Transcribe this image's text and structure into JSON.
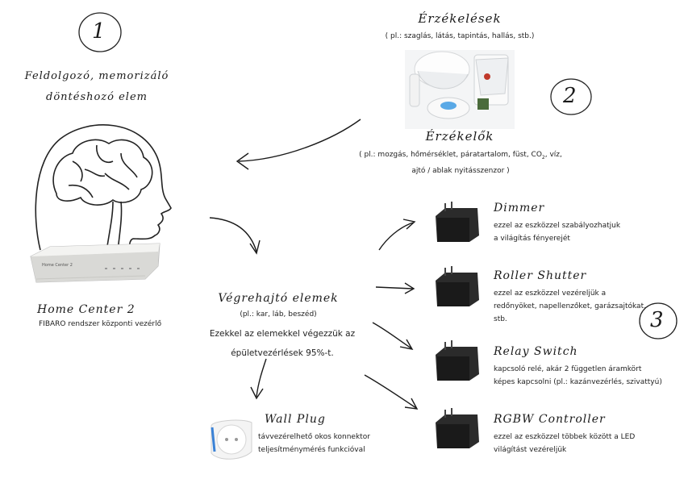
{
  "numbers": {
    "one": "1",
    "two": "2",
    "three": "3"
  },
  "processor": {
    "title_line1": "Feldolgozó, memorizáló",
    "title_line2": "döntéshozó elem",
    "device_label": "Home Center 2",
    "device_caption": "FIBARO rendszer központi vezérlő",
    "device_printed": "Home Center 2"
  },
  "sensing": {
    "title": "Érzékelések",
    "subtitle": "( pl.: szaglás, látás, tapintás, hallás, stb.)",
    "sensors_title": "Érzékelők",
    "sensors_line1": "( pl.: mozgás, hőmérséklet, páratartalom, füst, CO",
    "sensors_co2_sub": "2",
    "sensors_line1_end": ", víz,",
    "sensors_line2": "ajtó / ablak nyitásszenzor )"
  },
  "actuators": {
    "title": "Végrehajtó elemek",
    "subtitle": "(pl.: kar, láb, beszéd)",
    "body_line1": "Ezekkel az elemekkel végezzük az",
    "body_line2": "épületvezérlések 95%-t."
  },
  "devices": [
    {
      "name": "Dimmer",
      "line1": "ezzel az eszközzel szabályozhatjuk",
      "line2": "a világítás fényerejét",
      "line3": ""
    },
    {
      "name": "Roller Shutter",
      "line1": "ezzel az eszközzel vezéreljük a",
      "line2": "redőnyöket, napellenzőket, garázsajtókat,",
      "line3": "stb."
    },
    {
      "name": "Relay Switch",
      "line1": "kapcsoló relé, akár 2 független áramkört",
      "line2": "képes kapcsolni (pl.: kazánvezérlés, szivattyú)",
      "line3": ""
    },
    {
      "name": "RGBW Controller",
      "line1": "ezzel az eszközzel többek között a LED",
      "line2": "világítást vezéreljük",
      "line3": ""
    }
  ],
  "wallplug": {
    "name": "Wall Plug",
    "line1": "távvezérelhető okos konnektor",
    "line2": "teljesítménymérés funkcióval"
  }
}
